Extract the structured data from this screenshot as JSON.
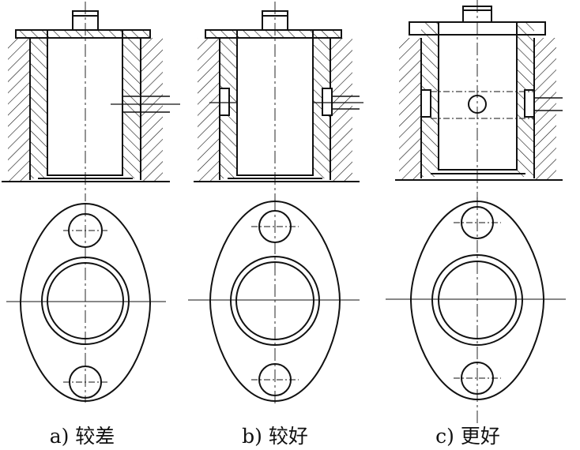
{
  "captions": [
    {
      "id": "a",
      "text": "a) 较差"
    },
    {
      "id": "b",
      "text": "b) 较好"
    },
    {
      "id": "c",
      "text": "c) 更好"
    }
  ],
  "colors": {
    "ink": "#111111",
    "background": "#ffffff"
  }
}
